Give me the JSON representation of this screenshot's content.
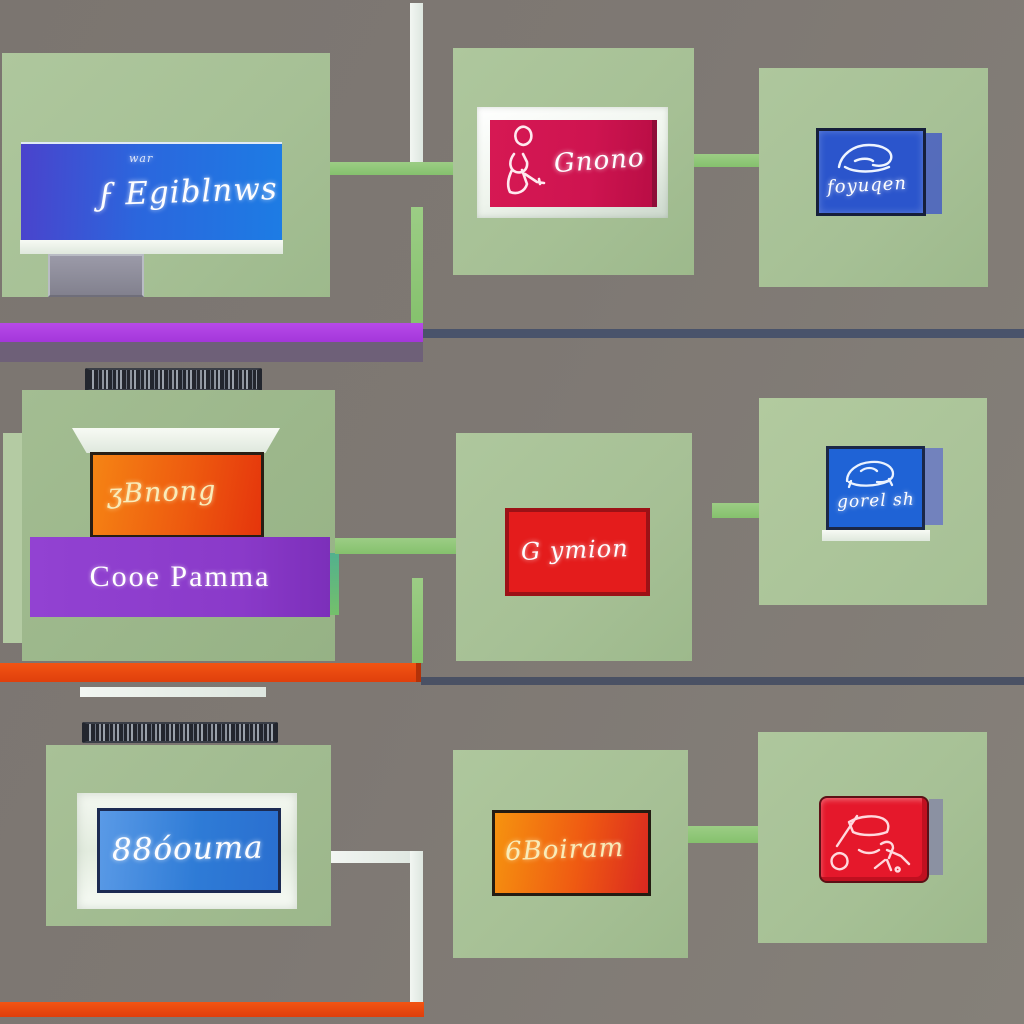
{
  "scene": {
    "description": "grid of nine green squares with screen panels linked by connector lines"
  },
  "panels": {
    "r1_left": {
      "screen_text": "ϝ Egiblnws",
      "small_text": "war"
    },
    "r1_center": {
      "screen_text": "Gnono",
      "icon": "person-sketch-icon"
    },
    "r1_right": {
      "screen_text": "foyuqen",
      "icon": "cap-sketch-icon"
    },
    "r2_left": {
      "screen_text": "ʒBnong",
      "banner_text": "Cooe Pamma"
    },
    "r2_center": {
      "screen_text": "G ymion"
    },
    "r2_right": {
      "screen_text": "gorel sh",
      "icon": "car-sketch-icon"
    },
    "r3_left": {
      "screen_text": "88óouma"
    },
    "r3_center": {
      "screen_text": "6Boiram"
    },
    "r3_right": {
      "icon": "cart-sketch-icon"
    }
  },
  "palette": {
    "background": "#7e7873",
    "square_green": "#a8c197",
    "connector_green": "#8ec878",
    "line_white": "#eaefe9",
    "divider_purple": "#ac40e2",
    "banner_purple": "#8a3ac9",
    "divider_orange": "#e8480f",
    "hairline_navy": "#49536b",
    "panel_blue_left": "#1d7ce4",
    "panel_blue_indigo": "#4a43cc",
    "panel_crimson": "#ce1450",
    "panel_red": "#e41c1c",
    "panel_red_bright": "#e5182b",
    "panel_orange": "#f07510",
    "panel_blue_royal": "#2b55cc",
    "text_cream": "#f9ecba"
  }
}
